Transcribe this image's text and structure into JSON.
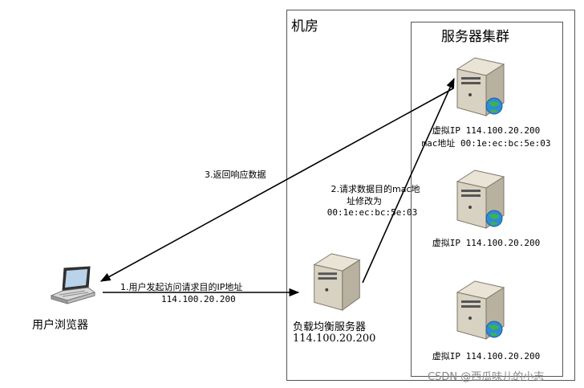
{
  "room": {
    "title": "机房"
  },
  "cluster": {
    "title": "服务器集群"
  },
  "servers": [
    {
      "ip_label": "虚拟IP 114.100.20.200",
      "mac_label": "mac地址 00:1e:ec:bc:5e:03"
    },
    {
      "ip_label": "虚拟IP 114.100.20.200"
    },
    {
      "ip_label": "虚拟IP 114.100.20.200"
    }
  ],
  "load_balancer": {
    "name": "负载均衡服务器",
    "ip": "114.100.20.200"
  },
  "client": {
    "name": "用户浏览器"
  },
  "arrows": {
    "step1_line1": "1.用户发起访问请求目的IP地址",
    "step1_line2": "114.100.20.200",
    "step2_line1": "2.请求数据目的mac地",
    "step2_line2": "址修改为",
    "step2_line3": "00:1e:ec:bc:5e:03",
    "step3": "3.返回响应数据"
  },
  "watermark": "CSDN @西瓜味儿的小志"
}
